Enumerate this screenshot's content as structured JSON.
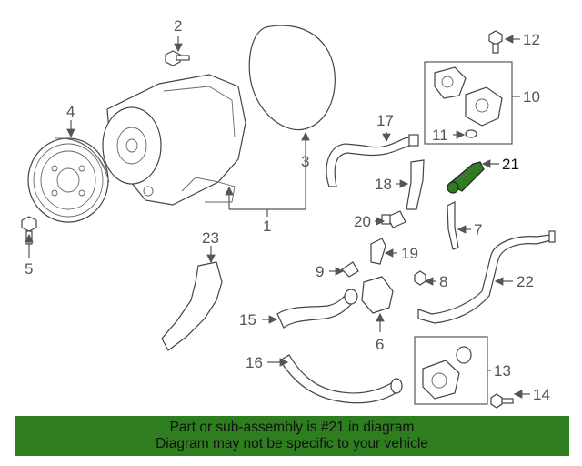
{
  "callouts": [
    "1",
    "2",
    "3",
    "4",
    "5",
    "6",
    "7",
    "8",
    "9",
    "10",
    "11",
    "12",
    "13",
    "14",
    "15",
    "16",
    "17",
    "18",
    "19",
    "20",
    "21",
    "22",
    "23"
  ],
  "highlight_callout": "21",
  "highlight_color": "#2e7d1f",
  "banner": {
    "line1": "Part or sub-assembly is #21 in diagram",
    "line2": "Diagram may not be specific to your vehicle",
    "color": "#2e7d1f"
  }
}
